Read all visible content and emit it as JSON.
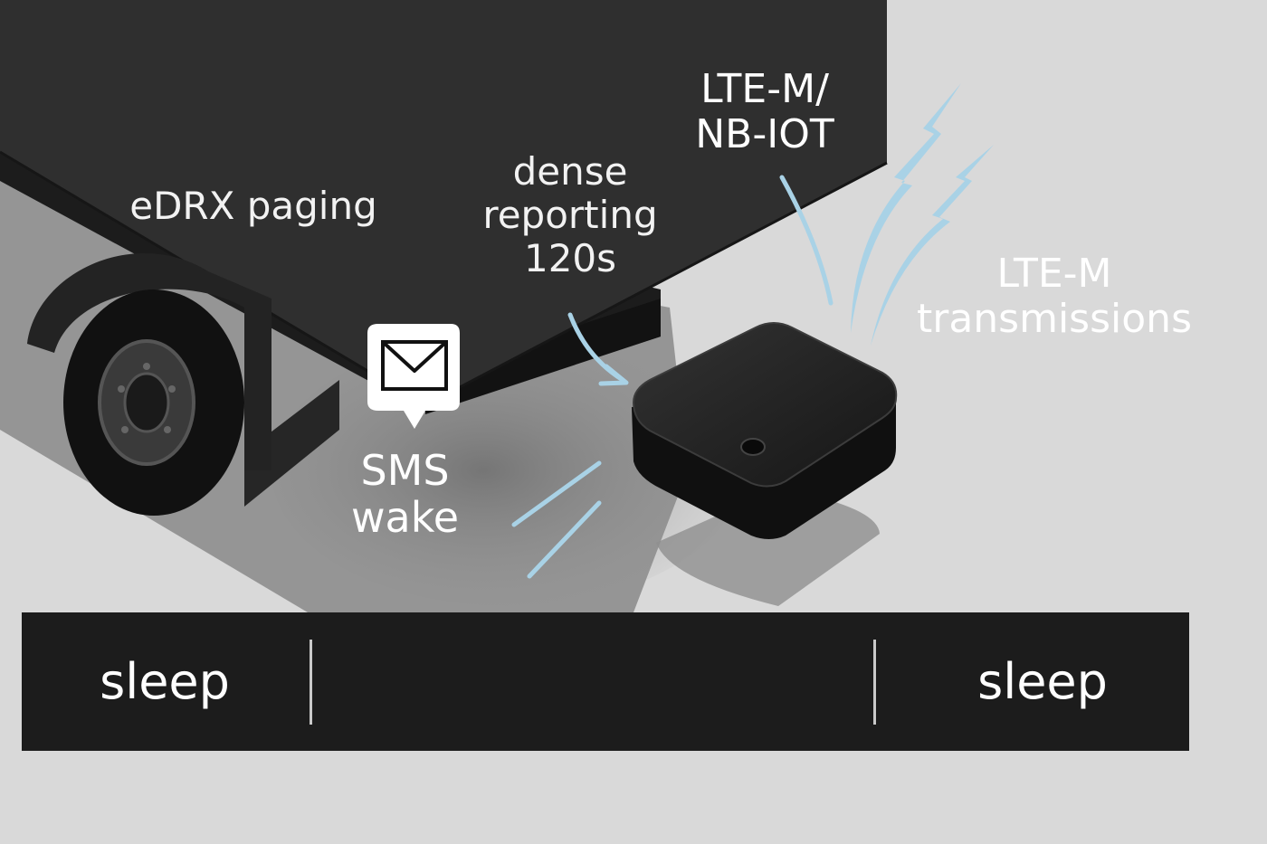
{
  "labels": {
    "edrx": "eDRX paging",
    "dense": [
      "dense",
      "reporting",
      "120s"
    ],
    "lte_nb": [
      "LTE-M/",
      "NB-IOT"
    ],
    "lte_tx": [
      "LTE-M",
      "transmissions"
    ],
    "sms": [
      "SMS",
      "wake"
    ]
  },
  "timeline": {
    "segments": [
      "sleep",
      "",
      "sleep"
    ]
  },
  "icons": {
    "sms": "envelope-icon",
    "signal": "lightning-bolt-icon"
  },
  "colors": {
    "background": "#d9d9d9",
    "truck": "#2f2f2f",
    "device": "#1e1e1e",
    "signal": "#a9d2e6",
    "timeline": "#1c1c1c"
  }
}
